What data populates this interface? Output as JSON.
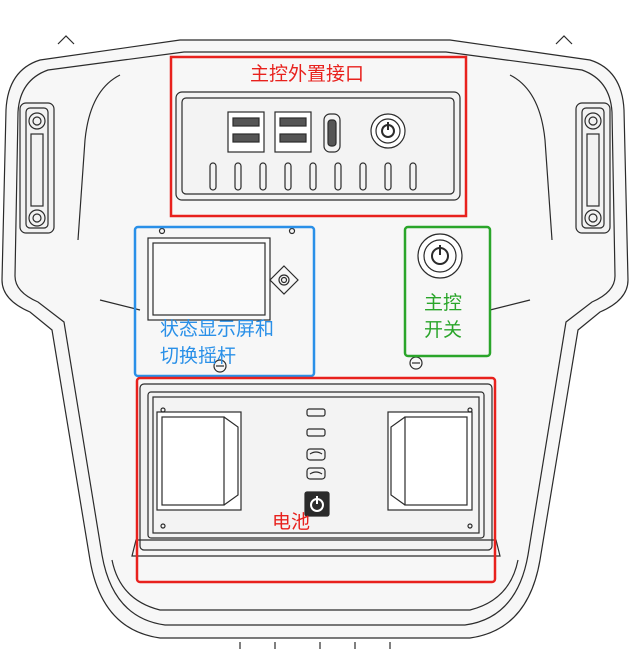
{
  "labels": {
    "external_port": "主控外置接口",
    "status_display_line1": "状态显示屏和",
    "status_display_line2": "切换摇杆",
    "main_switch_line1": "主控",
    "main_switch_line2": "开关",
    "battery": "电池"
  },
  "colors": {
    "red": "#e8211d",
    "blue": "#2a90e8",
    "green": "#2aa52a",
    "line": "#2b2b2b",
    "body_fill": "#f7f7f7"
  }
}
